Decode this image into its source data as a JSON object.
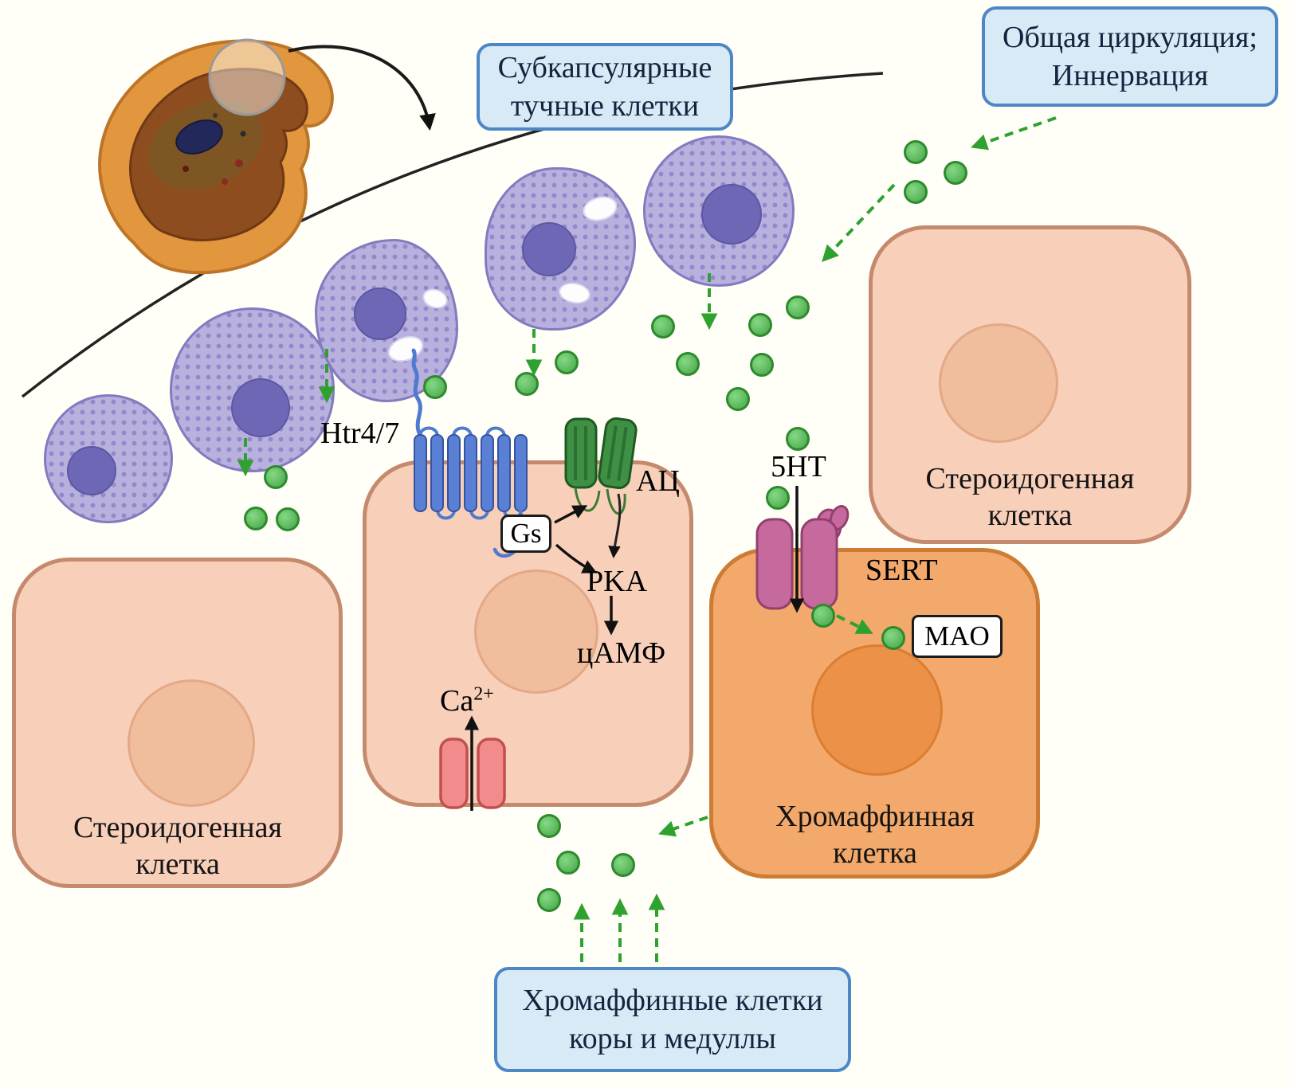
{
  "callouts": {
    "subcapsular": {
      "lines": [
        "Субкапсулярные",
        "тучные клетки"
      ]
    },
    "circulation": {
      "lines": [
        "Общая циркуляция;",
        "Иннервация"
      ]
    },
    "chromaffin_source": {
      "lines": [
        "Хромаффинные клетки",
        "коры и медуллы"
      ]
    }
  },
  "cells": {
    "steroidogenic_left": {
      "lines": [
        "Стероидогенная",
        "клетка"
      ]
    },
    "steroidogenic_right": {
      "lines": [
        "Стероидогенная",
        "клетка"
      ]
    },
    "chromaffin": {
      "lines": [
        "Хромаффинная",
        "клетка"
      ]
    }
  },
  "molecules": {
    "receptor": "Htr4/7",
    "adenylyl_cyclase": "АЦ",
    "g_protein": "Gs",
    "pka": "PKA",
    "camp": "цАМФ",
    "calcium": "Ca",
    "calcium_charge": "2+",
    "serotonin_label": "5HT",
    "transporter": "SERT",
    "mao": "MAO"
  },
  "colors": {
    "callout_bg": "#d9eaf7",
    "callout_border": "#4c87c6",
    "serotonin_green": "#46a546",
    "steroidogenic_cell_fill": "#f8d0ba",
    "chromaffin_cell_fill": "#f3a96b",
    "mast_cell_fill": "#b8b0dd",
    "receptor_blue": "#5a80d6",
    "adenylyl_cyclase_green": "#3f9045",
    "sert_magenta": "#c66a9e",
    "ca_channel_pink": "#f28b8b"
  }
}
